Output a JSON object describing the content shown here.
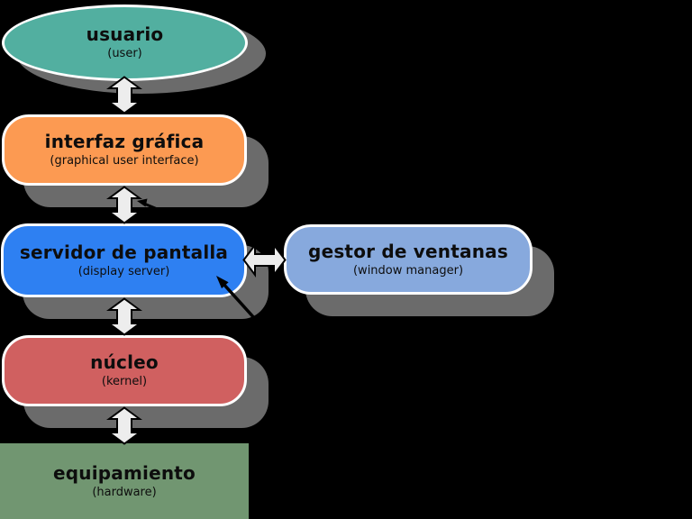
{
  "diagram": {
    "title": "display server architecture diagram",
    "nodes": {
      "usuario": {
        "label": "usuario",
        "sublabel": "(user)"
      },
      "interfaz": {
        "label": "interfaz gráfica",
        "sublabel": "(graphical user interface)"
      },
      "servidor": {
        "label": "servidor de pantalla",
        "sublabel": "(display server)"
      },
      "gestor": {
        "label": "gestor de ventanas",
        "sublabel": "(window manager)"
      },
      "nucleo": {
        "label": "núcleo",
        "sublabel": "(kernel)"
      },
      "equipamiento": {
        "label": "equipamiento",
        "sublabel": "(hardware)"
      }
    },
    "colors": {
      "background": "#000000",
      "shadow": "#6b6b6b",
      "border": "#ffffff",
      "text": "#0d0d0d",
      "arrow_fill": "#ededed",
      "arrow_stroke": "#000000",
      "annotation_arrow": "#000000",
      "usuario": "#52afa0",
      "interfaz": "#fc9a52",
      "servidor": "#2e80f2",
      "gestor": "#87a9dd",
      "nucleo": "#d06060",
      "equipamiento": "#719671"
    },
    "connections": [
      {
        "from": "usuario",
        "to": "interfaz",
        "type": "double-arrow-vertical"
      },
      {
        "from": "interfaz",
        "to": "servidor",
        "type": "double-arrow-vertical"
      },
      {
        "from": "servidor",
        "to": "gestor",
        "type": "double-arrow-horizontal"
      },
      {
        "from": "servidor",
        "to": "nucleo",
        "type": "double-arrow-vertical"
      },
      {
        "from": "nucleo",
        "to": "equipamiento",
        "type": "double-arrow-vertical"
      }
    ]
  }
}
